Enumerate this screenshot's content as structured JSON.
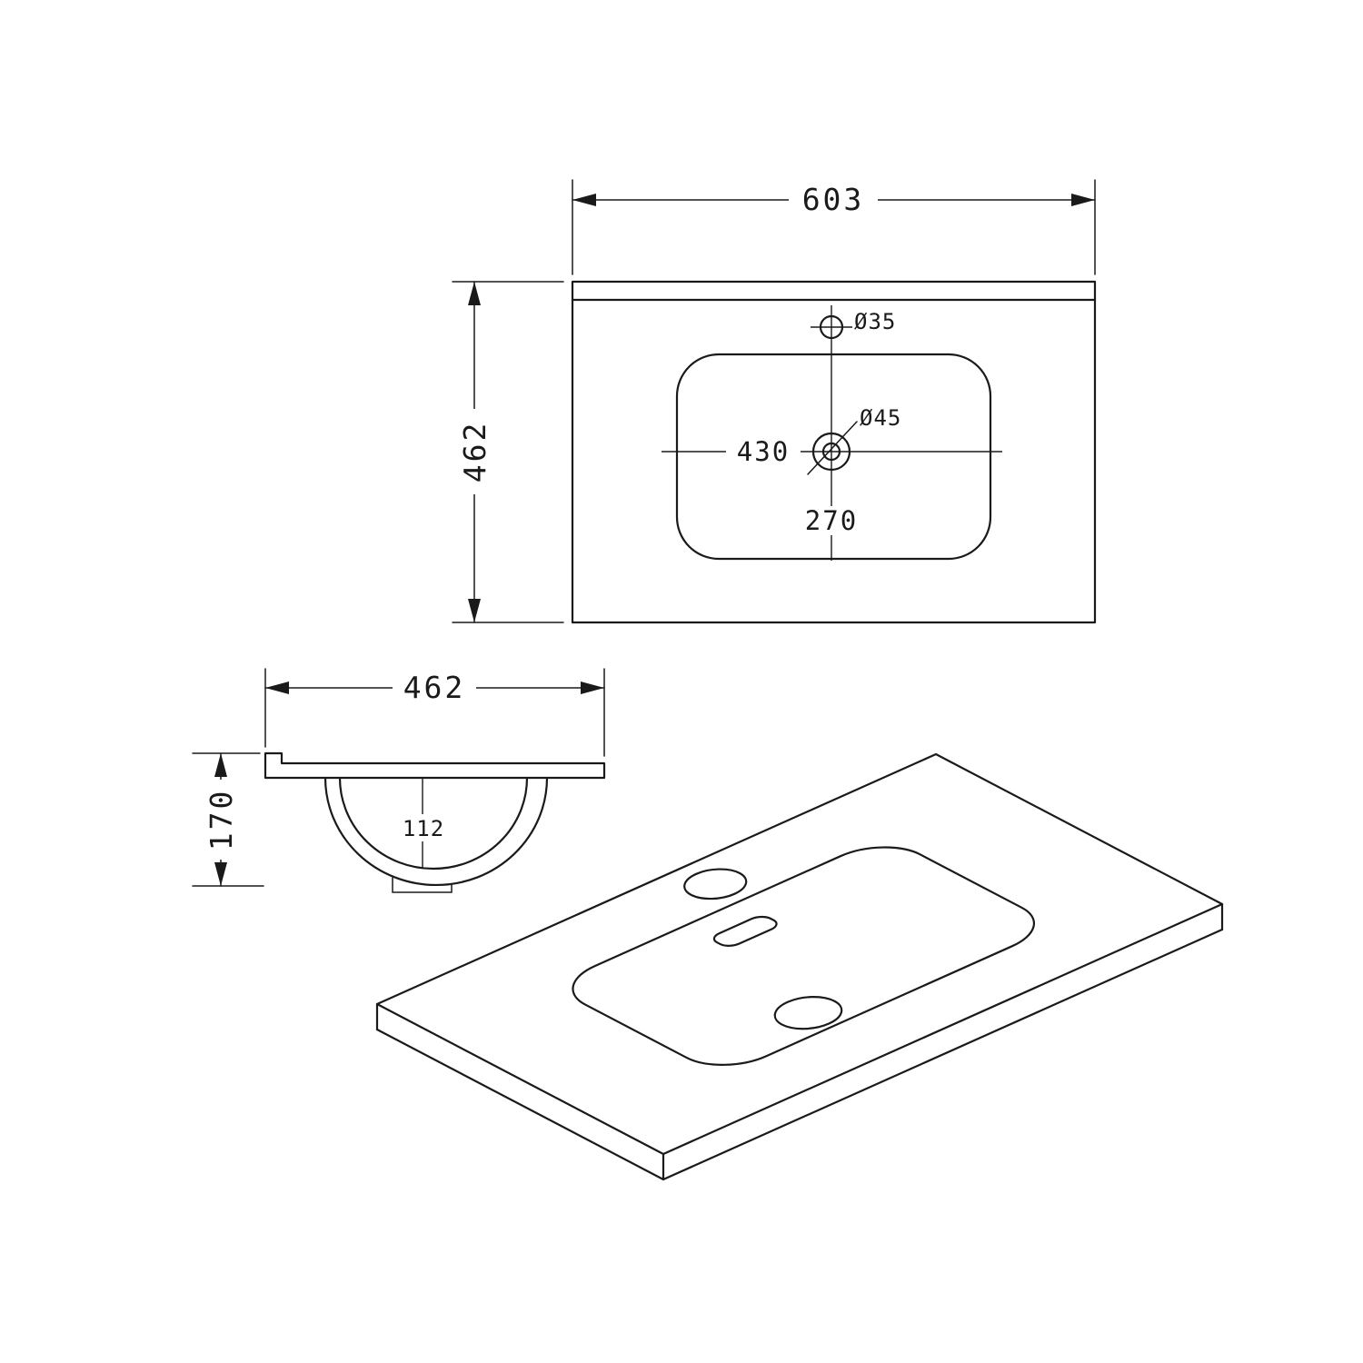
{
  "page": {
    "background": "#ffffff",
    "line_color": "#1a1a1a",
    "subject": "ceramic-vanity-basin-technical-drawing"
  },
  "top_view": {
    "overall_width": "603",
    "overall_depth": "462",
    "faucet_hole_diameter": "Ø35",
    "drain_diameter": "Ø45",
    "basin_inner_width": "430",
    "drain_center_offset": "270"
  },
  "side_view": {
    "overall_depth": "462",
    "overall_height": "170",
    "bowl_inner_depth": "112"
  }
}
